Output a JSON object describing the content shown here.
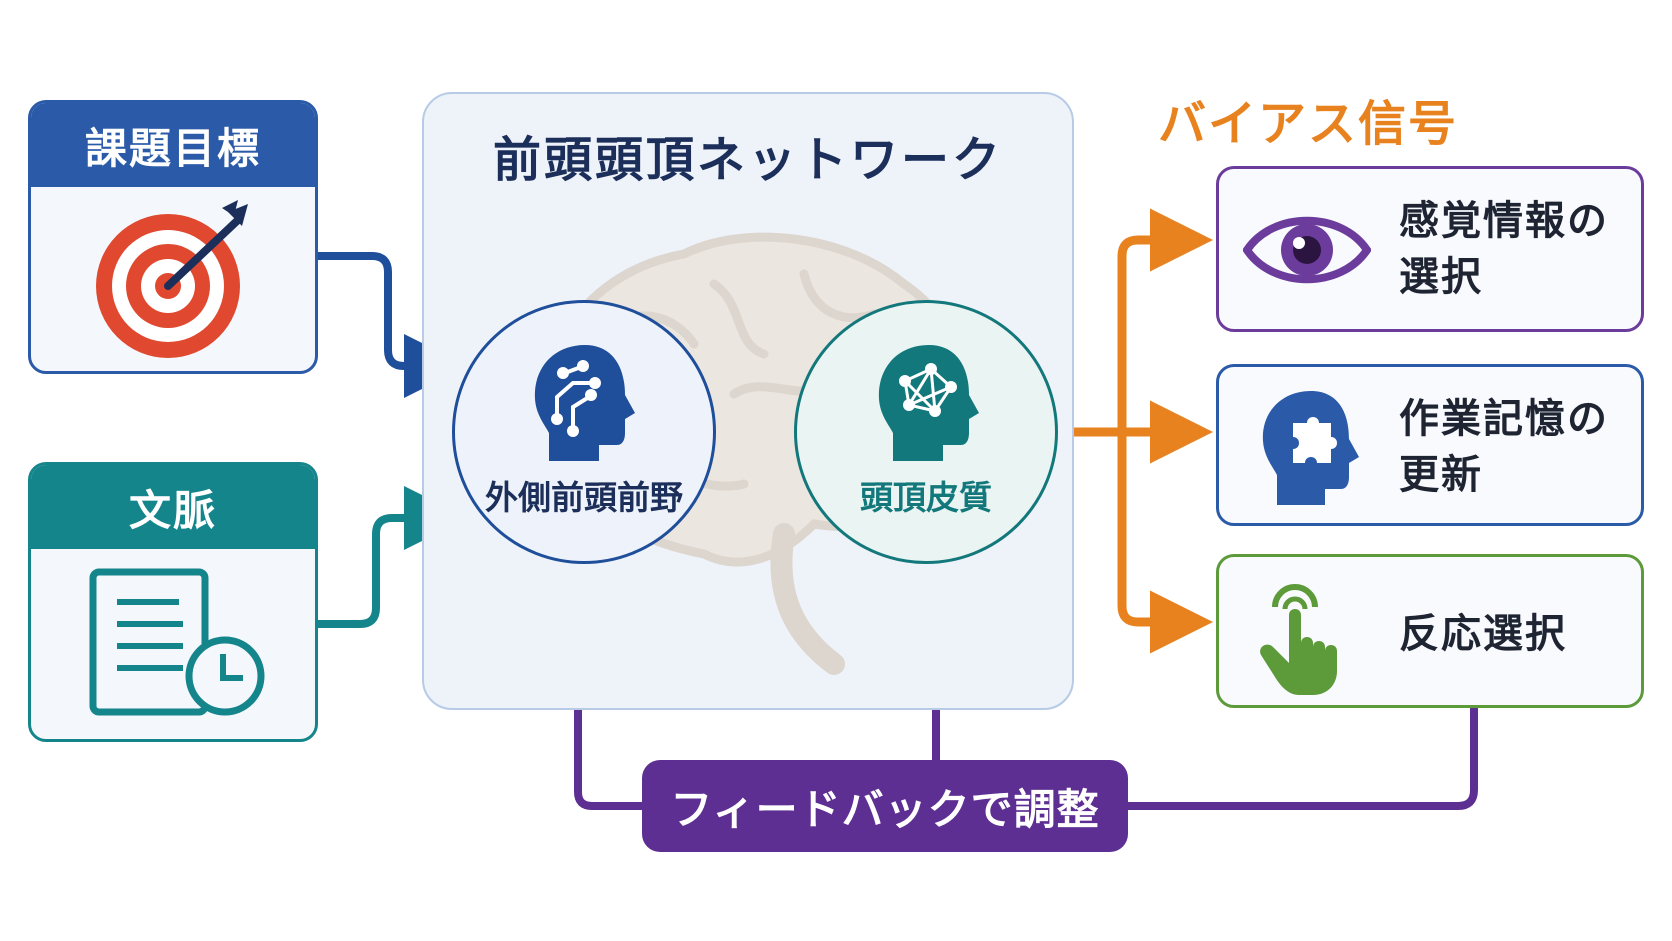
{
  "inputs": {
    "goal": {
      "title": "課題目標",
      "icon": "target-icon",
      "color": "#2a5aa8"
    },
    "context": {
      "title": "文脈",
      "icon": "document-clock-icon",
      "color": "#15858c"
    }
  },
  "network": {
    "title": "前頭頭頂ネットワーク",
    "dlpfc": {
      "label": "外側前頭前野",
      "icon": "head-circuit-icon",
      "color": "#1f4e9a"
    },
    "parietal": {
      "label": "頭頂皮質",
      "icon": "head-network-icon",
      "color": "#13787b"
    }
  },
  "bias": {
    "title": "バイアス信号",
    "color": "#e8821e",
    "outputs": [
      {
        "line1": "感覚情報の",
        "line2": "選択",
        "icon": "eye-icon",
        "color": "#6c3c9c"
      },
      {
        "line1": "作業記憶の",
        "line2": "更新",
        "icon": "head-puzzle-icon",
        "color": "#2a5aa8"
      },
      {
        "line1": "反応選択",
        "line2": "",
        "icon": "hand-tap-icon",
        "color": "#5c9a3a"
      }
    ]
  },
  "feedback": {
    "label": "フィードバックで調整",
    "color": "#5e2f93"
  }
}
